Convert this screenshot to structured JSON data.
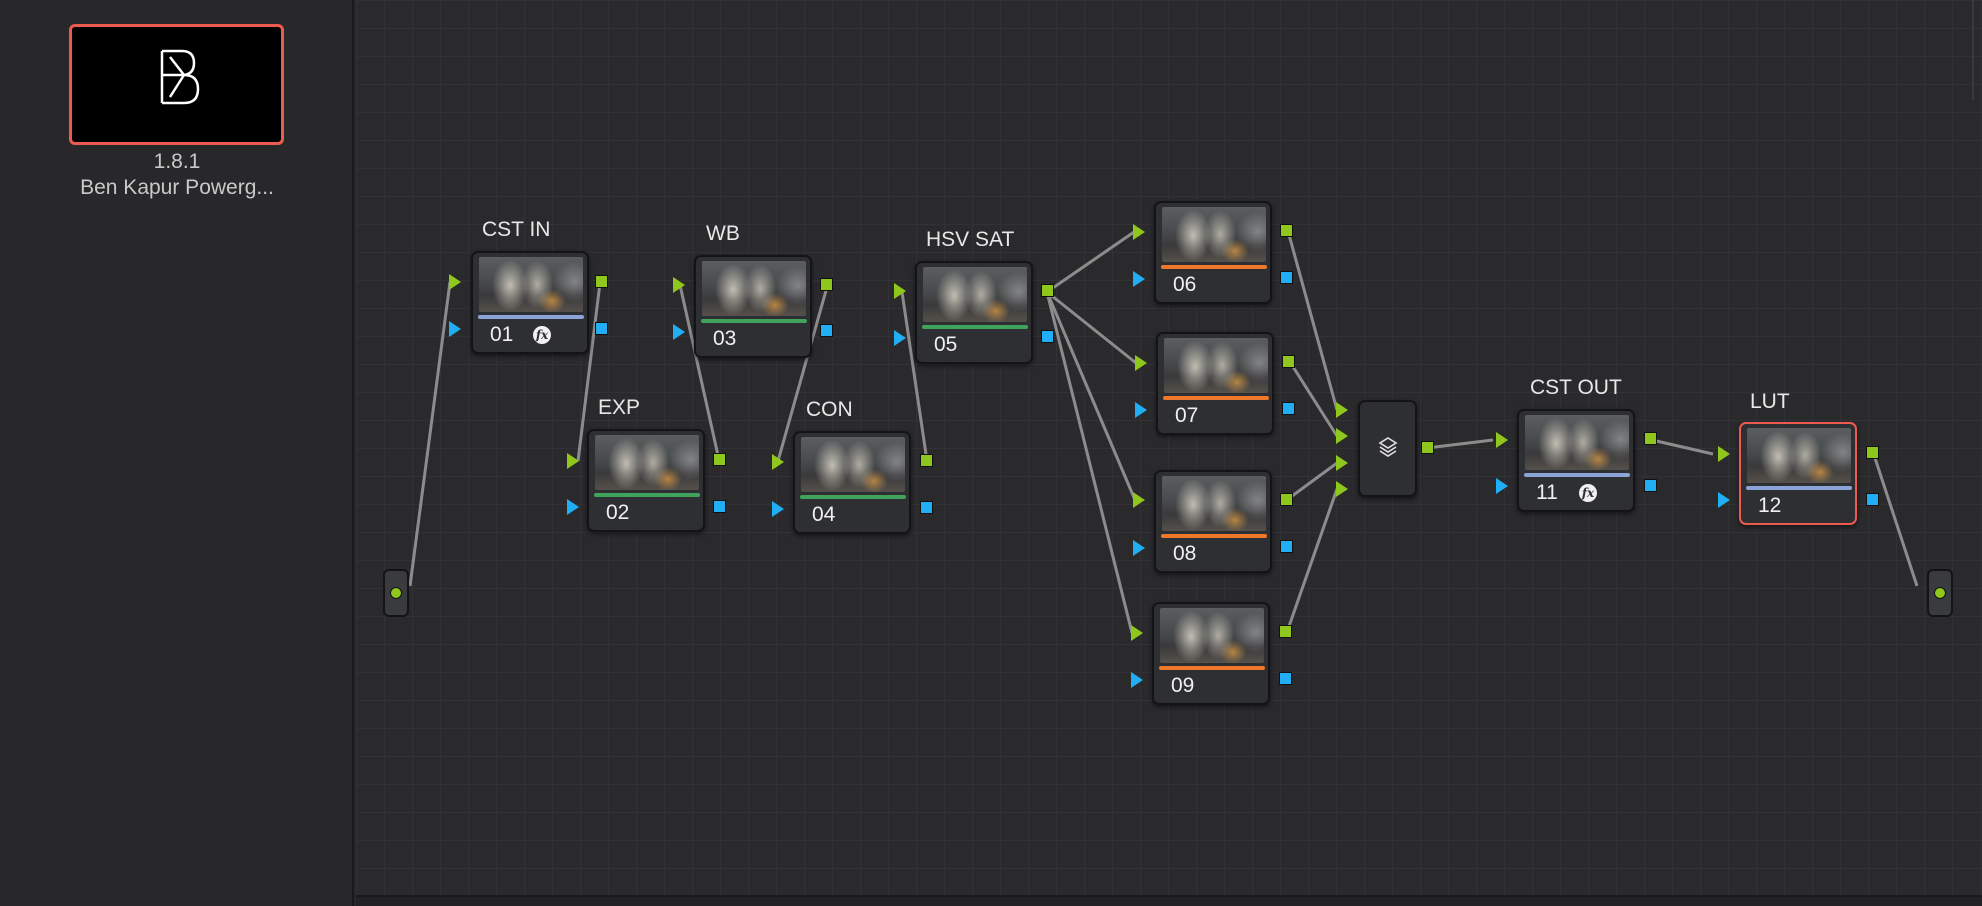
{
  "gallery": {
    "still": {
      "version": "1.8.1",
      "title": "Ben Kapur Powerg...",
      "logo_icon": "bk-monogram-logo"
    }
  },
  "nodes": [
    {
      "id": "01",
      "label": "CST IN",
      "number": "01",
      "bar": "blue",
      "fx": true
    },
    {
      "id": "02",
      "label": "EXP",
      "number": "02",
      "bar": "green",
      "fx": false
    },
    {
      "id": "03",
      "label": "WB",
      "number": "03",
      "bar": "green",
      "fx": false
    },
    {
      "id": "04",
      "label": "CON",
      "number": "04",
      "bar": "green",
      "fx": false
    },
    {
      "id": "05",
      "label": "HSV SAT",
      "number": "05",
      "bar": "green",
      "fx": false
    },
    {
      "id": "06",
      "label": "",
      "number": "06",
      "bar": "orange",
      "fx": false
    },
    {
      "id": "07",
      "label": "",
      "number": "07",
      "bar": "orange",
      "fx": false
    },
    {
      "id": "08",
      "label": "",
      "number": "08",
      "bar": "orange",
      "fx": false
    },
    {
      "id": "09",
      "label": "",
      "number": "09",
      "bar": "orange",
      "fx": false
    },
    {
      "id": "11",
      "label": "CST OUT",
      "number": "11",
      "bar": "blue",
      "fx": true
    },
    {
      "id": "12",
      "label": "LUT",
      "number": "12",
      "bar": "blue",
      "fx": false,
      "selected": true
    }
  ],
  "fx_symbol": "fx",
  "layer_mixer": {
    "icon": "layers-icon"
  },
  "colors": {
    "rgb_port": "#8fc71d",
    "alpha_port": "#21aef5",
    "selection": "#ec5b4d",
    "wire": "#8c8c8c"
  }
}
